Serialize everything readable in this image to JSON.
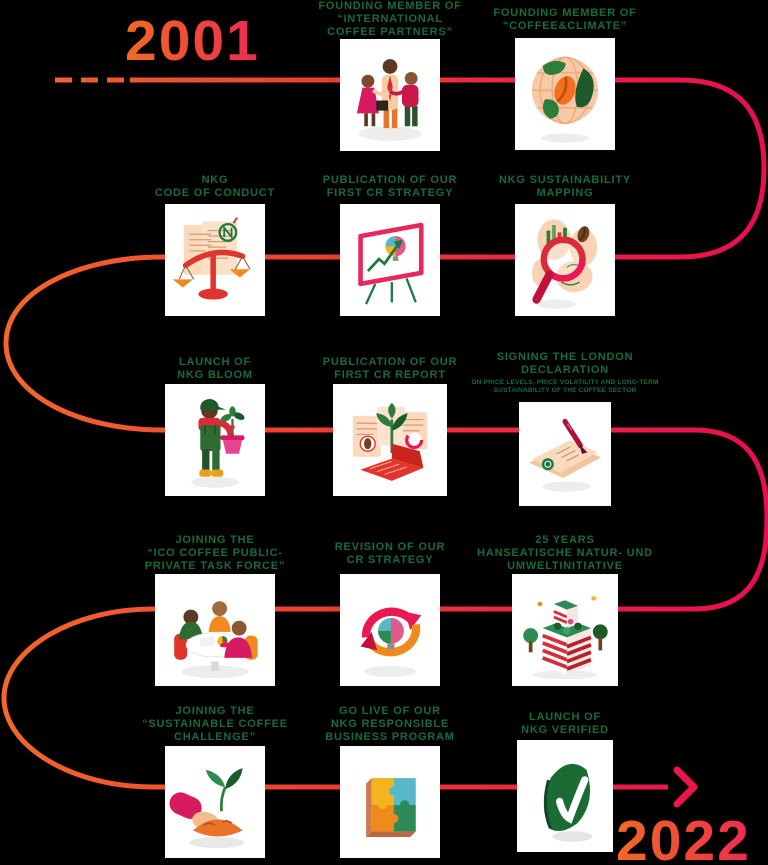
{
  "years": {
    "start": "2001",
    "end": "2022"
  },
  "palette": {
    "line_orange": "#F2682C",
    "line_red": "#EE3A33",
    "line_pink": "#E80D52",
    "title_green": "#176B3C",
    "card": "#FFFFFF",
    "background": "#000000"
  },
  "milestones": [
    {
      "id": "international-coffee-partners",
      "title": "FOUNDING MEMBER OF\n“INTERNATIONAL\nCOFFEE PARTNERS”",
      "icon": "handshake-icon"
    },
    {
      "id": "coffee-and-climate",
      "title": "FOUNDING MEMBER OF\n“COFFEE&CLIMATE”",
      "icon": "globe-coffee-icon"
    },
    {
      "id": "code-of-conduct",
      "title": "NKG\nCODE OF CONDUCT",
      "icon": "scales-documents-icon"
    },
    {
      "id": "first-cr-strategy",
      "title": "PUBLICATION OF OUR\nFIRST CR STRATEGY",
      "icon": "presentation-board-icon"
    },
    {
      "id": "sustainability-mapping",
      "title": "NKG SUSTAINABILITY\nMAPPING",
      "icon": "magnifier-icon"
    },
    {
      "id": "nkg-bloom",
      "title": "LAUNCH OF\nNKG BLOOM",
      "icon": "farmer-plant-icon"
    },
    {
      "id": "first-cr-report",
      "title": "PUBLICATION OF OUR\nFIRST CR REPORT",
      "icon": "laptop-plant-icon"
    },
    {
      "id": "london-declaration",
      "title": "SIGNING THE LONDON\nDECLARATION",
      "subtitle": "ON PRICE LEVELS, PRICE VOLATILITY AND LONG-TERM\nSUSTAINABILITY OF THE COFFEE SECTOR",
      "icon": "pen-declaration-icon"
    },
    {
      "id": "ico-task-force",
      "title": "JOINING THE\n“ICO COFFEE PUBLIC-\nPRIVATE TASK FORCE”",
      "icon": "meeting-table-icon"
    },
    {
      "id": "cr-strategy-revision",
      "title": "REVISION OF OUR\nCR STRATEGY",
      "icon": "circular-arrows-bulb-icon"
    },
    {
      "id": "hanseatic-initiative",
      "title": "25 YEARS\nHANSEATISCHE NATUR- UND\nUMWELTINITIATIVE",
      "icon": "green-building-icon"
    },
    {
      "id": "sustainable-coffee-challenge",
      "title": "JOINING THE\n“SUSTAINABLE COFFEE\nCHALLENGE”",
      "icon": "hand-seedling-icon"
    },
    {
      "id": "responsible-business-program",
      "title": "GO LIVE OF OUR\nNKG RESPONSIBLE\nBUSINESS PROGRAM",
      "icon": "puzzle-icon"
    },
    {
      "id": "nkg-verified",
      "title": "LAUNCH OF\nNKG VERIFIED",
      "icon": "verified-leaf-icon"
    }
  ]
}
